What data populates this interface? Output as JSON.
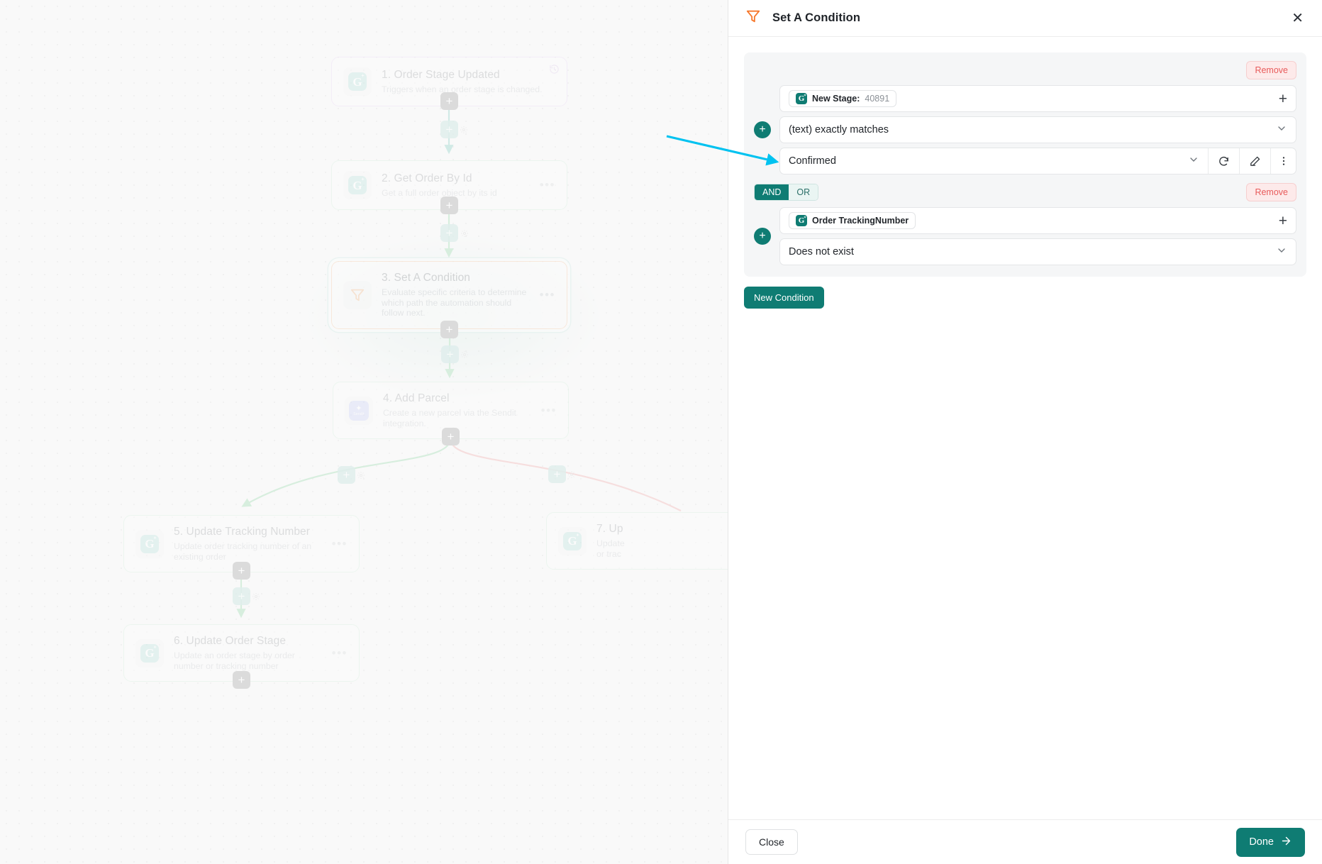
{
  "canvas": {
    "nodes": [
      {
        "index": "1.",
        "title": "1. Order Stage Updated",
        "desc": "Triggers when an order stage is changed.",
        "icon": "g-logo-icon",
        "kind": "trigger"
      },
      {
        "index": "2.",
        "title": "2. Get Order By Id",
        "desc": "Get a full order object by its id",
        "icon": "g-logo-icon",
        "kind": "action"
      },
      {
        "index": "3.",
        "title": "3. Set A Condition",
        "desc": "Evaluate specific criteria to determine which path the automation should follow next.",
        "icon": "funnel-icon",
        "kind": "selected"
      },
      {
        "index": "4.",
        "title": "4. Add Parcel",
        "desc": "Create a new parcel via the Sendit integration.",
        "icon": "sendit-logo-icon",
        "kind": "action"
      },
      {
        "index": "5.",
        "title": "5. Update Tracking Number",
        "desc": "Update order tracking number of an existing order",
        "icon": "g-logo-icon",
        "kind": "action"
      },
      {
        "index": "6.",
        "title": "6. Update Order Stage",
        "desc": "Update an order stage by order number or tracking number",
        "icon": "g-logo-icon",
        "kind": "action"
      },
      {
        "index": "7.",
        "title": "7. Up",
        "desc": "Update\nor trac",
        "icon": "g-logo-icon",
        "kind": "action"
      }
    ],
    "add_step_label": "+",
    "colors": {
      "trigger_border": "#ddbdf0",
      "action_border": "#b9e6c8",
      "selected_border": "#f3b98a",
      "true_branch": "#9fd9b0",
      "false_branch": "#efb1b1",
      "annotation_arrow": "#00c2f0"
    }
  },
  "panel": {
    "header": {
      "title": "Set A Condition",
      "icon": "funnel-icon",
      "close_icon": "close-icon"
    },
    "condition": {
      "remove_label": "Remove",
      "groups": [
        {
          "field_token": {
            "label": "New Stage:",
            "value": "40891",
            "badge": "G"
          },
          "operator": "(text) exactly matches",
          "value": "Confirmed",
          "value_actions": [
            "chevron-down-icon",
            "refresh-icon",
            "edit-icon",
            "more-vertical-icon"
          ],
          "add_icon": "plus-icon",
          "add_field_icon": "plus-icon"
        },
        {
          "logic": {
            "and": "AND",
            "or": "OR",
            "selected": "AND"
          },
          "remove_label": "Remove",
          "field_token": {
            "label": "Order TrackingNumber",
            "value": "",
            "badge": "G"
          },
          "operator": "Does not exist",
          "add_icon": "plus-icon",
          "add_field_icon": "plus-icon"
        }
      ],
      "new_condition_label": "New Condition"
    },
    "footer": {
      "close_label": "Close",
      "done_label": "Done",
      "done_icon": "arrow-right-icon"
    },
    "accent": "#0f7c73",
    "danger": "#e85b5b"
  }
}
